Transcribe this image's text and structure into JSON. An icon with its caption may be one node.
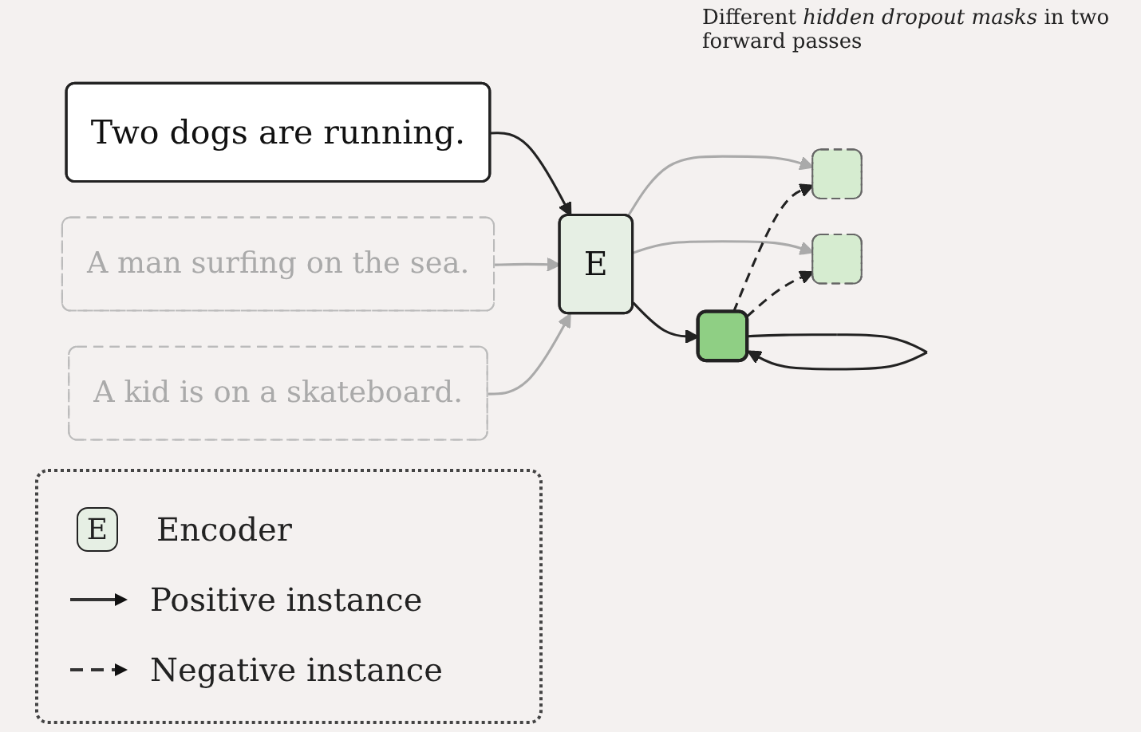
{
  "diagram": {
    "nodes": [
      {
        "text": [
          "Two dogs are running."
        ]
      },
      {
        "text": [
          "A man surfing on the sea."
        ]
      },
      {
        "text": [
          "A kid is on a skateboard."
        ]
      },
      {
        "text": [
          "E"
        ]
      },
      {
        "text": [],
        "shape": "box"
      },
      {
        "text": [],
        "shape": "box"
      },
      {
        "text": [],
        "shape": "box"
      }
    ],
    "edges": [
      {
        "from": 0,
        "to": 3,
        "arrow": "to"
      },
      {
        "from": 1,
        "to": 3,
        "arrow": "to",
        "color": "#aaaaaa"
      },
      {
        "from": 2,
        "to": 3,
        "arrow": "to",
        "color": "#aaaaaa"
      },
      {
        "from": 3,
        "to": 4,
        "arrow": "to"
      },
      {
        "from": 3,
        "to": 5,
        "arrow": "to",
        "color": "#aaaaaa"
      },
      {
        "from": 3,
        "to": 6,
        "arrow": "to",
        "color": "#aaaaaa"
      },
      {
        "from": 4,
        "to": 4,
        "arrow": "to"
      },
      {
        "from": 4,
        "to": 5,
        "arrow": "to",
        "style": "dashed"
      },
      {
        "from": 4,
        "to": 6,
        "arrow": "to",
        "style": "dashed"
      }
    ],
    "labels": [
      "Different *hidden dropout masks* in two forward passes",
      "E"
    ],
    "legend": [
      {
        "text": "Encoder"
      },
      {
        "text": "Positive instance"
      },
      {
        "text": "Negative instance"
      }
    ]
  }
}
